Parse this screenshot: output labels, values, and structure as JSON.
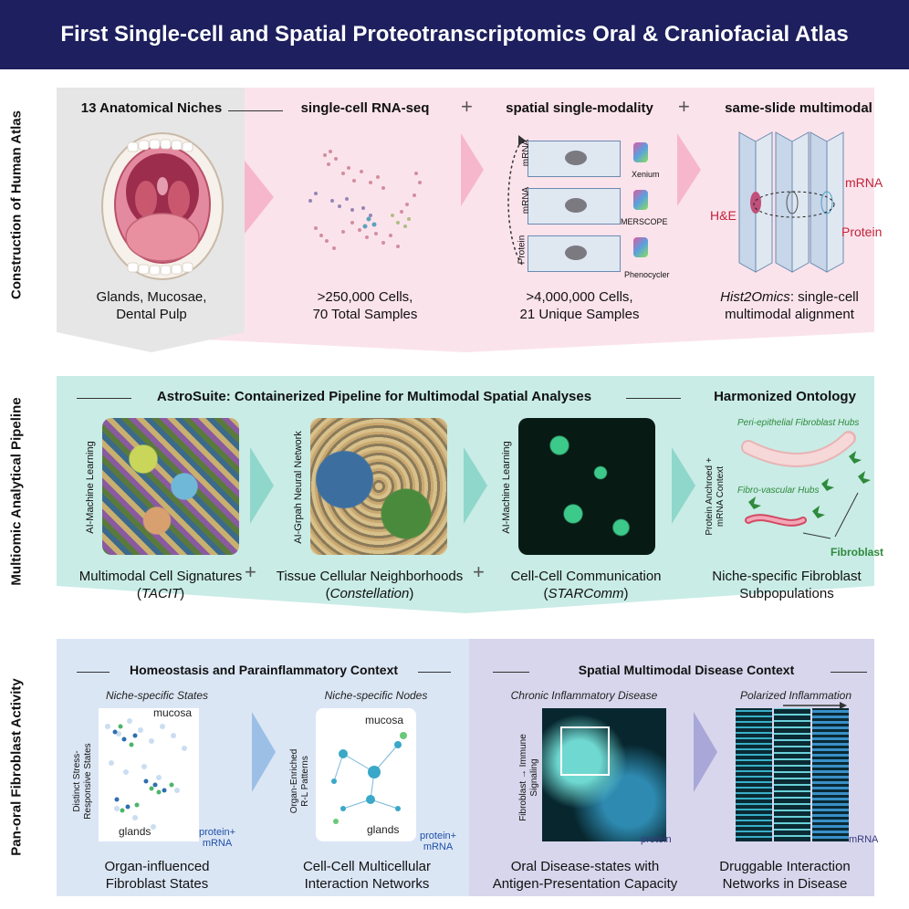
{
  "title": "First Single-cell and Spatial Proteotranscriptomics Oral & Craniofacial Atlas",
  "row1": {
    "side_label": "Construction of Human Atlas",
    "col1": {
      "heading": "13 Anatomical Niches",
      "caption_line1": "Glands, Mucosae,",
      "caption_line2": "Dental Pulp"
    },
    "col2": {
      "heading": "single-cell RNA-seq",
      "caption_line1": ">250,000 Cells,",
      "caption_line2": "70 Total Samples"
    },
    "col3": {
      "heading": "spatial single-modality",
      "caption_line1": ">4,000,000 Cells,",
      "caption_line2": "21 Unique Samples",
      "slides": [
        {
          "modality": "mRNA",
          "platform": "Xenium"
        },
        {
          "modality": "mRNA",
          "platform": "MERSCOPE"
        },
        {
          "modality": "Protein",
          "platform": "Phenocycler"
        }
      ]
    },
    "col4": {
      "heading": "same-slide multimodal",
      "he": "H&E",
      "mrna": "mRNA",
      "protein": "Protein",
      "caption_italic": "Hist2Omics",
      "caption_rest": ": single-cell",
      "caption_line2": "multimodal alignment"
    },
    "plus": "+"
  },
  "row2": {
    "side_label": "Multiomic Analytical Pipeline",
    "heading_main": "AstroSuite: Containerized Pipeline for Multimodal Spatial Analyses",
    "heading_right": "Harmonized Ontology",
    "panels": [
      {
        "vlabel": "AI-Machine Learning",
        "caption_line1": "Multimodal Cell Signatures",
        "caption_paren_open": "(",
        "caption_italic": "TACIT",
        "caption_paren_close": ")"
      },
      {
        "vlabel": "AI-Grpah Neural Network",
        "caption_line1": "Tissue Cellular Neighborhoods",
        "caption_paren_open": "(",
        "caption_italic": "Constellation",
        "caption_paren_close": ")"
      },
      {
        "vlabel": "AI-Machine Learning",
        "caption_line1": "Cell-Cell Communication",
        "caption_paren_open": "(",
        "caption_italic": "STARComm",
        "caption_paren_close": ")"
      }
    ],
    "ontology": {
      "hub1": "Peri-epithelial Fibroblast Hubs",
      "hub2": "Fibro-vascular Hubs",
      "fibroblast": "Fibroblast",
      "vlabel_line1": "Protein Anchroed +",
      "vlabel_line2": "mRNA Context",
      "caption_line1": "Niche-specific Fibroblast",
      "caption_line2": "Subpopulations"
    },
    "plus": "+"
  },
  "row3": {
    "side_label": "Pan-oral Fibroblast Activity",
    "left_heading": "Homeostasis and Parainflammatory Context",
    "right_heading": "Spatial Multimodal Disease Context",
    "panels": [
      {
        "subtitle": "Niche-specific States",
        "vlabel_line1": "Distinct Stress-",
        "vlabel_line2": "Responsive States",
        "top_label": "mucosa",
        "bottom_label": "glands",
        "mod_line1": "protein+",
        "mod_line2": "mRNA",
        "caption_line1": "Organ-influenced",
        "caption_line2": "Fibroblast States"
      },
      {
        "subtitle": "Niche-specific Nodes",
        "vlabel_line1": "Organ-Enriched",
        "vlabel_line2": "R-L Patterns",
        "top_label": "mucosa",
        "bottom_label": "glands",
        "mod_line1": "protein+",
        "mod_line2": "mRNA",
        "caption_line1": "Cell-Cell Multicellular",
        "caption_line2": "Interaction Networks"
      },
      {
        "subtitle": "Chronic Inflammatory Disease",
        "vlabel_line1": "Fibroblast → Immune",
        "vlabel_line2": "Signaling",
        "mod_line1": "protein",
        "caption_line1": "Oral Disease-states with",
        "caption_line2": "Antigen-Presentation Capacity"
      },
      {
        "subtitle": "Polarized Inflammation",
        "mod_line1": "mRNA",
        "caption_line1": "Druggable Interaction",
        "caption_line2": "Networks in Disease"
      }
    ]
  },
  "colors": {
    "title_bg": "#1d1f5e",
    "row1_grey": "#e6e6e6",
    "row1_pink": "#fbe3ec",
    "arrow_pink": "#f6b7cd",
    "row2_teal": "#c9ece6",
    "arrow_teal": "#8fd7cb",
    "row3_blue": "#dbe6f5",
    "row3_lav": "#d7d6ec",
    "arrow_blue": "#9cbfe6",
    "arrow_lav": "#a9a7d8"
  }
}
